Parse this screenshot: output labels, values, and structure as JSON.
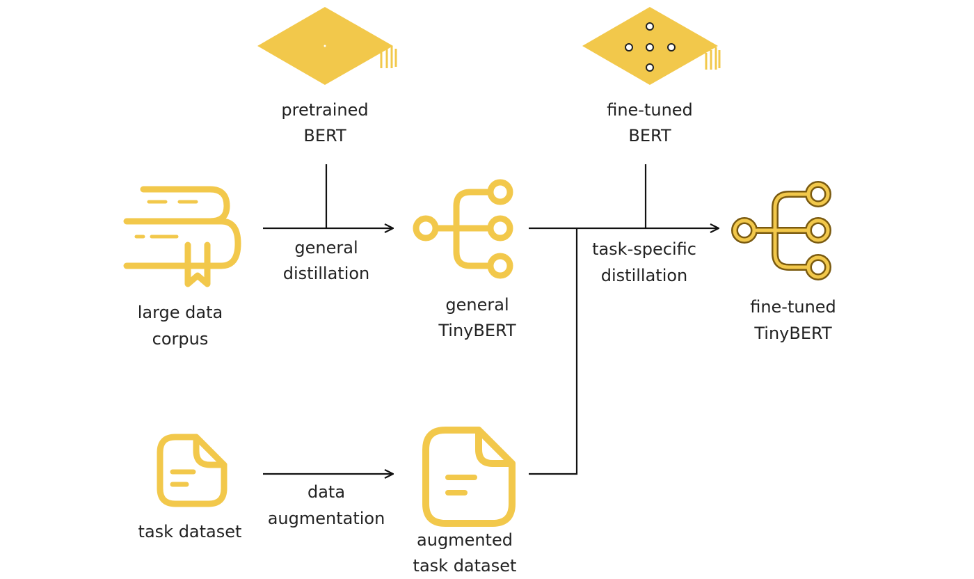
{
  "colors": {
    "accent": "#f2c84b",
    "accent_dark": "#7a5a10",
    "line": "#111111",
    "text": "#222222"
  },
  "nodes": {
    "pretrained_bert": {
      "line1": "pretrained",
      "line2": "BERT",
      "icon": "graduation-cap-icon"
    },
    "finetuned_bert": {
      "line1": "fine-tuned",
      "line2": "BERT",
      "icon": "graduation-cap-icon"
    },
    "large_data_corpus": {
      "line1": "large data",
      "line2": "corpus",
      "icon": "books-icon"
    },
    "general_tinybert": {
      "line1": "general",
      "line2": "TinyBERT",
      "icon": "network-icon"
    },
    "finetuned_tinybert": {
      "line1": "fine-tuned",
      "line2": "TinyBERT",
      "icon": "network-icon"
    },
    "task_dataset": {
      "line1": "task dataset",
      "icon": "document-icon"
    },
    "augmented_task_dataset": {
      "line1": "augmented",
      "line2": "task dataset",
      "icon": "document-icon"
    }
  },
  "edges": {
    "general_distillation": {
      "line1": "general",
      "line2": "distillation"
    },
    "task_specific_distillation": {
      "line1": "task-specific",
      "line2": "distillation"
    },
    "data_augmentation": {
      "line1": "data",
      "line2": "augmentation"
    }
  }
}
